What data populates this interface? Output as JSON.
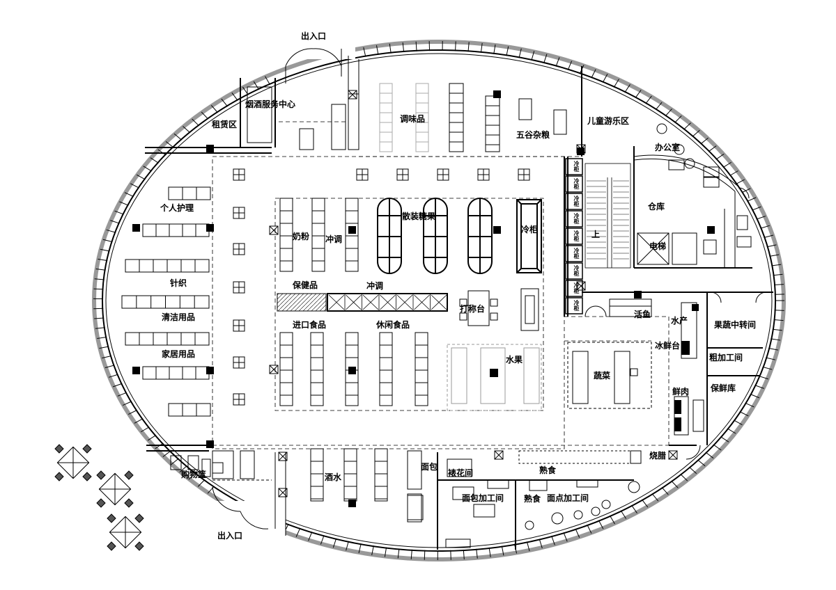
{
  "labels": {
    "entrance_top": "出入口",
    "entrance_bottom": "出入口",
    "tobacco_service": "烟酒服务中心",
    "rental": "租赁区",
    "seasoning": "调味品",
    "grains": "五谷杂粮",
    "kids_play": "儿童游乐区",
    "office": "办公室",
    "warehouse": "仓库",
    "elevator": "电梯",
    "stair_up": "上",
    "personal_care": "个人护理",
    "knitwear": "针织",
    "cleaning": "清洁用品",
    "household": "家居用品",
    "milk_powder": "奶粉",
    "brew_1": "冲调",
    "bulk_candy": "散装糖果",
    "freezer": "冷柜",
    "health": "保健品",
    "brew_2": "冲调",
    "weigh_station": "打称台",
    "imported": "进口食品",
    "snacks": "休闲食品",
    "fruit": "水果",
    "vegetables": "蔬菜",
    "live_fish": "活鱼",
    "aquatic": "水产",
    "ice_table": "冰鲜台",
    "fresh_meat": "鲜肉",
    "produce_transfer": "果蔬中转间",
    "rough_processing": "粗加工间",
    "cold_storage": "保鲜库",
    "roast": "烧腊",
    "deli_1": "熟食",
    "deli_2": "熟食",
    "pastry_processing": "面点加工间",
    "bread_processing": "面包加工间",
    "flower_room": "裱花间",
    "bread": "面包",
    "liquor": "酒水",
    "cart_area": "购物篮"
  },
  "fridge_tag": "冷柜"
}
